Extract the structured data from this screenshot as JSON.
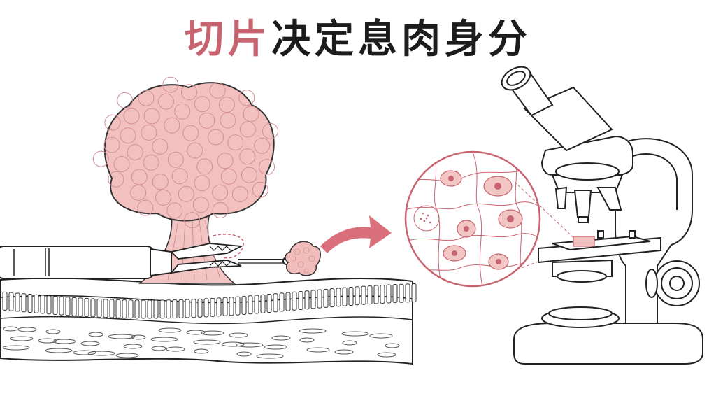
{
  "title": {
    "highlight": "切片",
    "rest": "决定息肉身分"
  },
  "colors": {
    "accent": "#c86470",
    "polyp_fill": "#f3c0c0",
    "line": "#222222",
    "arrow": "#d9707c"
  },
  "icons": [
    "polyp",
    "biopsy-forceps",
    "tissue-sample",
    "arrow-right",
    "magnified-cells",
    "microscope"
  ]
}
